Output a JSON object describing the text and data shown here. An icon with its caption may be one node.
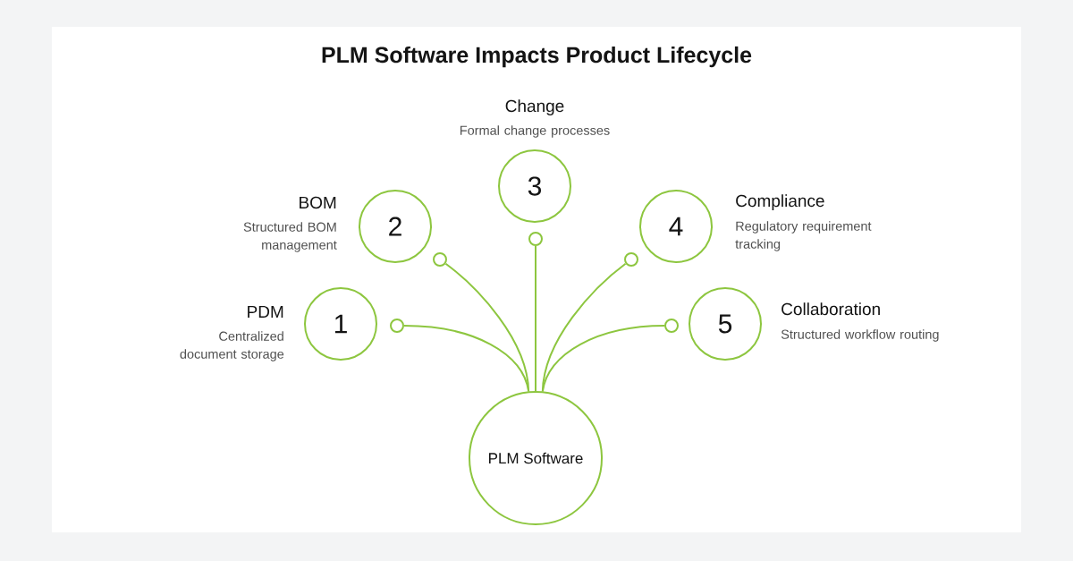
{
  "diagram": {
    "title": "PLM Software Impacts Product Lifecycle",
    "nodes": [
      {
        "text": [
          "PLM Software"
        ]
      },
      {
        "text": [
          "PDM",
          "Centralized document storage",
          "1"
        ]
      },
      {
        "text": [
          "BOM",
          "Structured BOM management",
          "2"
        ]
      },
      {
        "text": [
          "Change",
          "Formal change processes",
          "3"
        ]
      },
      {
        "text": [
          "4",
          "Compliance",
          "Regulatory requirement tracking"
        ]
      },
      {
        "text": [
          "5",
          "Collaboration",
          "Structured workflow routing"
        ]
      },
      {
        "text": [],
        "shape": "circle"
      },
      {
        "text": [],
        "shape": "circle"
      },
      {
        "text": [],
        "shape": "circle"
      },
      {
        "text": [],
        "shape": "circle"
      },
      {
        "text": [],
        "shape": "circle"
      }
    ],
    "edges": [
      {
        "from": 0,
        "to": 6,
        "arrow": "none"
      },
      {
        "from": 0,
        "to": 7,
        "arrow": "none"
      },
      {
        "from": 0,
        "to": 8,
        "arrow": "none"
      },
      {
        "from": 0,
        "to": 9,
        "arrow": "none"
      },
      {
        "from": 0,
        "to": 10,
        "arrow": "none"
      }
    ]
  }
}
